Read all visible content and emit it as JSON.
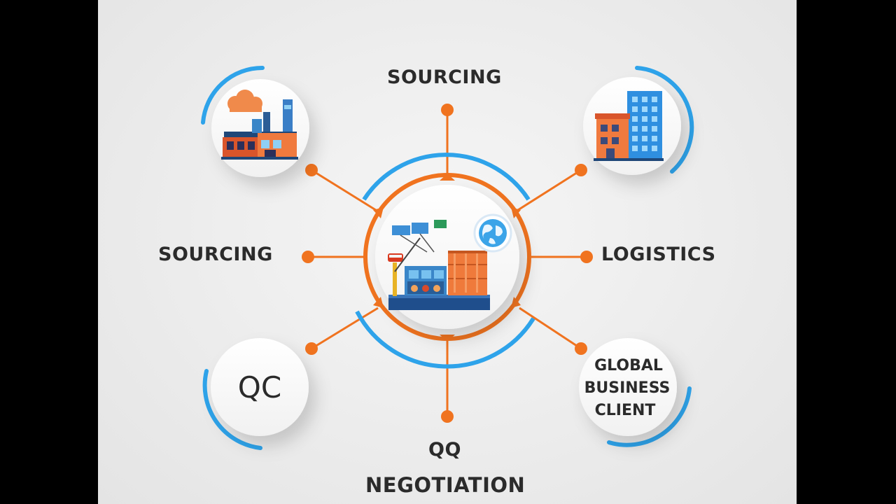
{
  "labels": {
    "top": "SOURCING",
    "left": "SOURCING",
    "right": "LOGISTICS",
    "bottom_line1": "QQ",
    "bottom_line2": "NEGOTIATION"
  },
  "nodes": {
    "qc": "QC",
    "global_line1": "GLOBAL",
    "global_line2": "BUSINESS",
    "global_line3": "CLIENT"
  },
  "icons": {
    "top_left": "factory-icon",
    "top_right": "office-building-icon",
    "center": "shipping-port-icon",
    "center_badge": "globe-icon"
  },
  "colors": {
    "orange": "#f0731f",
    "blue": "#2ea3ea",
    "background": "#ededed",
    "text": "#2b2b2b"
  }
}
